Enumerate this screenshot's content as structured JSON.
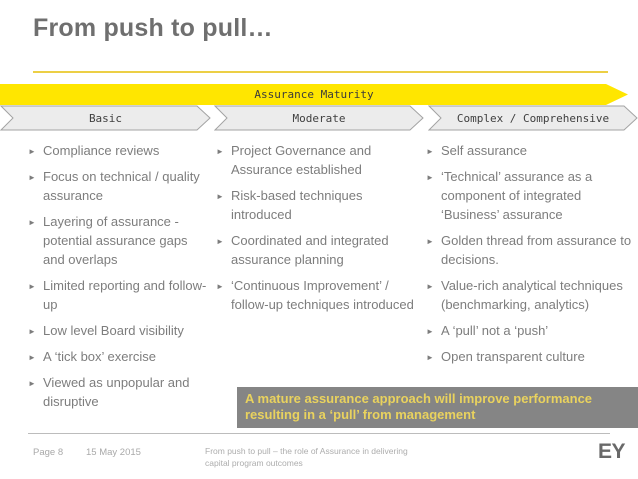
{
  "slide": {
    "title": "From push to pull…",
    "banner_label": "Assurance Maturity",
    "stages": [
      {
        "label": "Basic",
        "bullets": [
          "Compliance reviews",
          "Focus on technical / quality assurance",
          "Layering of assurance - potential assurance gaps and overlaps",
          "Limited reporting and follow-up",
          "Low level Board visibility",
          "A ‘tick box’ exercise",
          "Viewed as unpopular and disruptive"
        ]
      },
      {
        "label": "Moderate",
        "bullets": [
          "Project Governance and Assurance established",
          "Risk-based techniques introduced",
          "Coordinated and integrated assurance planning",
          "‘Continuous Improvement’ / follow-up techniques introduced"
        ]
      },
      {
        "label": "Complex / Comprehensive",
        "bullets": [
          "Self assurance",
          "‘Technical’ assurance as a component of integrated ‘Business’ assurance",
          "Golden thread from assurance to decisions.",
          "Value-rich analytical techniques (benchmarking, analytics)",
          "A ‘pull’ not a ‘push’",
          "Open transparent culture"
        ]
      }
    ],
    "callout": "A mature assurance approach will improve performance resulting in a ‘pull’ from management",
    "footer": {
      "page": "Page 8",
      "date": "15 May 2015",
      "deck_title_line1": "From push to pull – the role of Assurance in delivering",
      "deck_title_line2": "capital program outcomes",
      "logo": "EY"
    },
    "colors": {
      "accent_yellow": "#FFE600",
      "title_gray": "#6f6f6f",
      "body_gray": "#7d7d7d",
      "callout_bg": "#858585",
      "callout_text": "#e9d25e",
      "chevron_fill": "#ececec",
      "chevron_border": "#a3a3a3"
    }
  }
}
